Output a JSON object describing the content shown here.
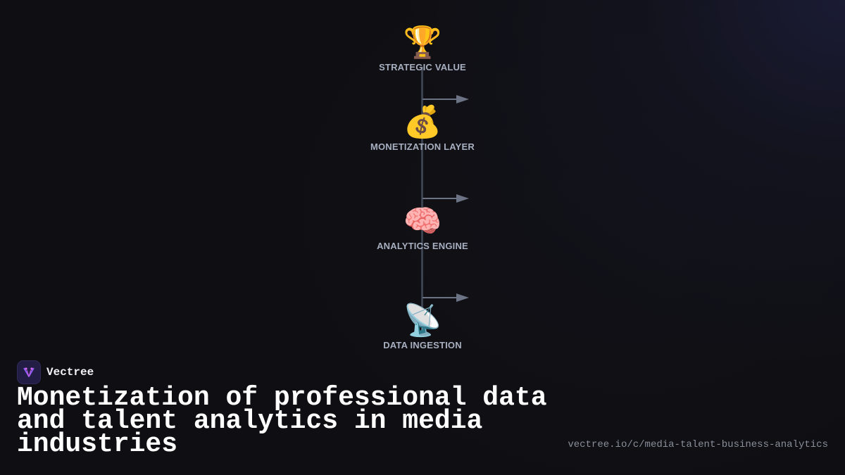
{
  "diagram": {
    "layers": [
      {
        "icon": "🏆",
        "icon_name": "trophy-icon",
        "label": "STRATEGIC VALUE"
      },
      {
        "icon": "💰",
        "icon_name": "money-bag-icon",
        "label": "MONETIZATION LAYER"
      },
      {
        "icon": "🧠",
        "icon_name": "brain-icon",
        "label": "ANALYTICS ENGINE"
      },
      {
        "icon": "📡",
        "icon_name": "satellite-dish-icon",
        "label": "DATA INGESTION"
      }
    ],
    "colors": {
      "spine": "#3a4250",
      "arrow": "#6b7384",
      "label": "#a7afc0"
    }
  },
  "brand": {
    "name": "Vectree",
    "logo_icon": "vectree-logo-icon"
  },
  "footer": {
    "title": "Monetization of professional data and talent analytics in media industries",
    "url": "vectree.io/c/media-talent-business-analytics"
  }
}
